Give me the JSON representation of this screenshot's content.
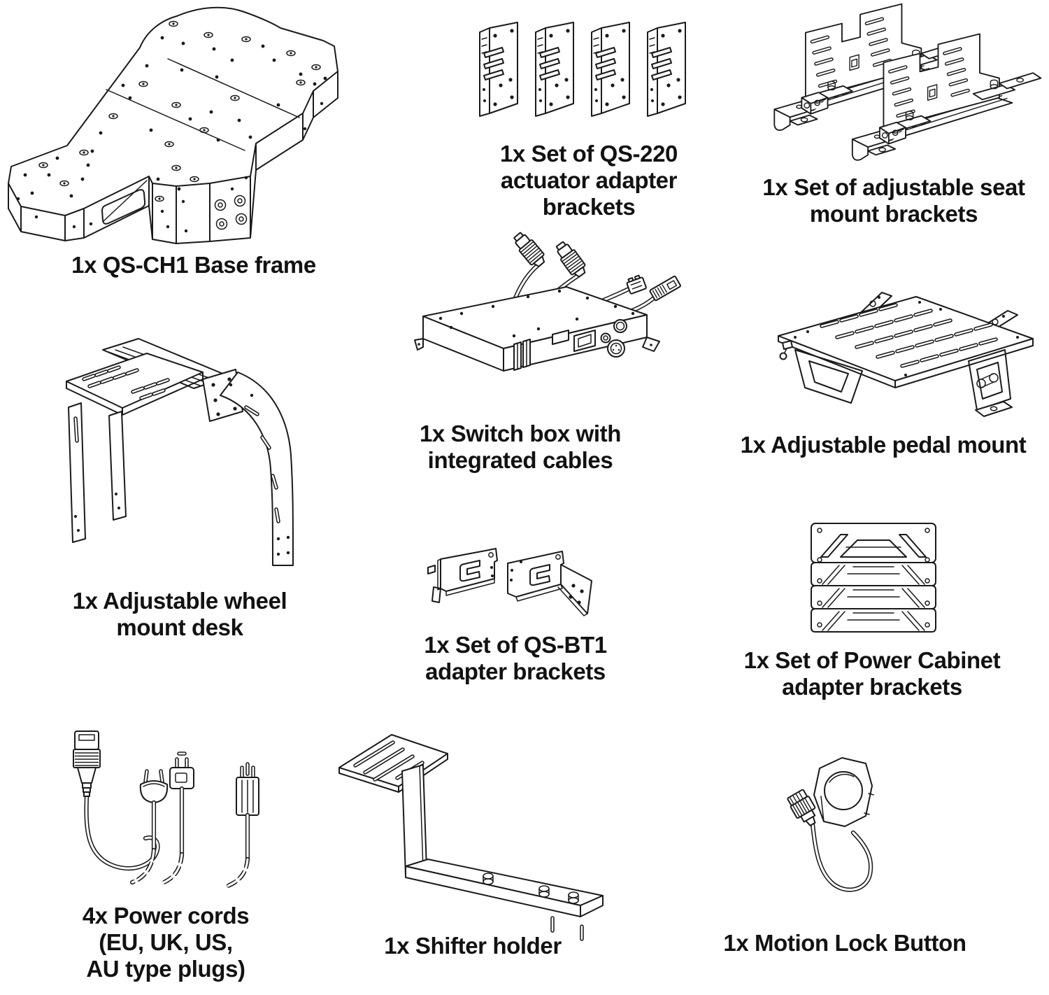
{
  "page": {
    "background": "#ffffff",
    "line_color": "#1a1a1a",
    "text_color": "#121212"
  },
  "items": [
    {
      "id": "qs-ch1-base-frame",
      "label": "1x QS-CH1 Base frame"
    },
    {
      "id": "qs-220-actuator-brackets",
      "label": "1x Set of QS-220\nactuator adapter\nbrackets"
    },
    {
      "id": "seat-mount-brackets",
      "label": "1x Set of adjustable seat\nmount brackets"
    },
    {
      "id": "wheel-mount-desk",
      "label": "1x Adjustable wheel\nmount desk"
    },
    {
      "id": "switch-box",
      "label": "1x Switch box with\nintegrated cables"
    },
    {
      "id": "pedal-mount",
      "label": "1x Adjustable pedal mount"
    },
    {
      "id": "qs-bt1-brackets",
      "label": "1x Set of QS-BT1\nadapter brackets"
    },
    {
      "id": "power-cabinet-brackets",
      "label": "1x Set of Power Cabinet\nadapter brackets"
    },
    {
      "id": "power-cords",
      "label": "4x Power cords\n(EU, UK, US,\nAU type plugs)"
    },
    {
      "id": "shifter-holder",
      "label": "1x Shifter holder"
    },
    {
      "id": "motion-lock-button",
      "label": "1x Motion Lock Button"
    }
  ]
}
